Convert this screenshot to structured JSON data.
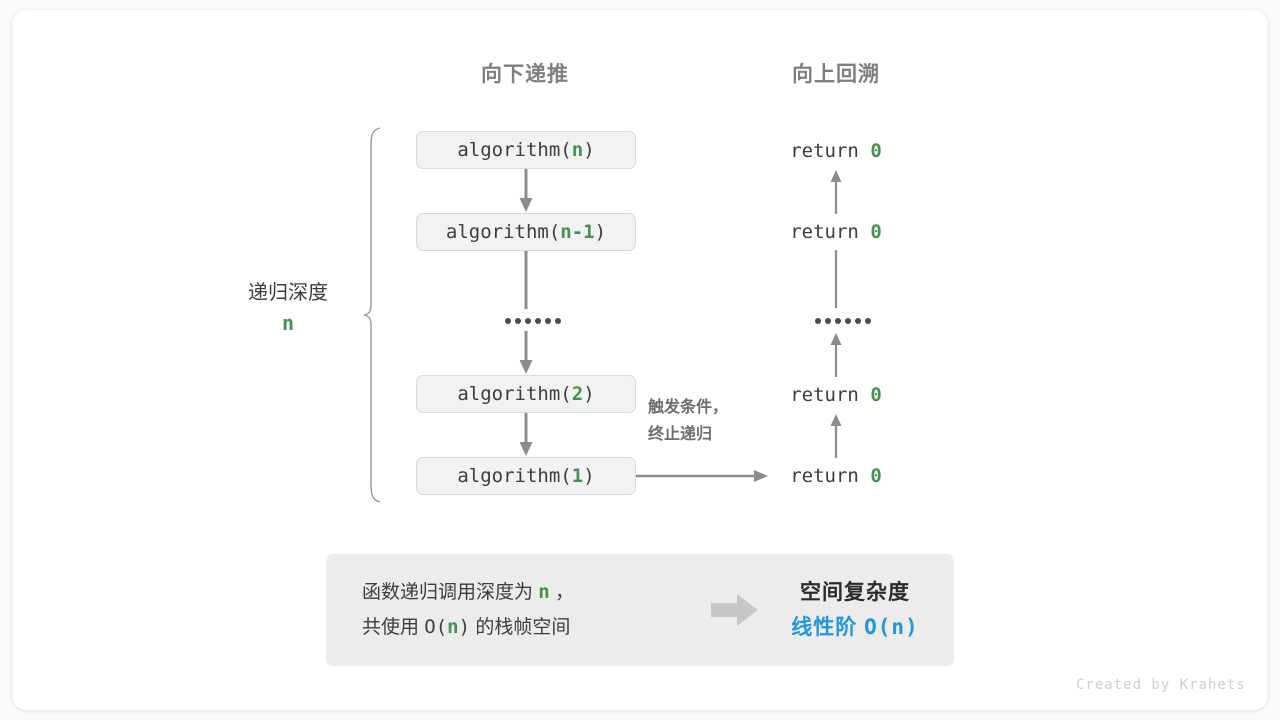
{
  "diagram": {
    "title_left": "向下递推",
    "title_right": "向上回溯",
    "depth_label": "递归深度",
    "depth_value": "n",
    "trigger_note_line1": "触发条件，",
    "trigger_note_line2": "终止递归",
    "ellipsis": "••••••",
    "colors": {
      "accent_green": "#45914f",
      "accent_blue": "#2196dd",
      "arrow_gray": "#8c8c8c",
      "box_fill": "#f2f2f2",
      "box_border": "#d9d9d9",
      "panel_fill": "#ececec",
      "header_gray": "#7f7f7f"
    },
    "call_stack": [
      {
        "prefix": "algorithm(",
        "arg": "n",
        "suffix": ")"
      },
      {
        "prefix": "algorithm(",
        "arg": "n-1",
        "suffix": ")"
      },
      {
        "prefix": "algorithm(",
        "arg": "2",
        "suffix": ")"
      },
      {
        "prefix": "algorithm(",
        "arg": "1",
        "suffix": ")"
      }
    ],
    "returns": [
      {
        "prefix": "return ",
        "value": "0"
      },
      {
        "prefix": "return ",
        "value": "0"
      },
      {
        "prefix": "return ",
        "value": "0"
      },
      {
        "prefix": "return ",
        "value": "0"
      }
    ]
  },
  "summary": {
    "left_line1_a": "函数递归调用深度为 ",
    "left_line1_n": "n",
    "left_line1_b": " ，",
    "left_line2_a": "共使用 ",
    "left_line2_o": "O(",
    "left_line2_n": "n",
    "left_line2_c": ")",
    "left_line2_b": " 的栈帧空间",
    "right_line1": "空间复杂度",
    "right_line2_a": "线性阶 ",
    "right_line2_b": "O(n)"
  },
  "footer": {
    "credit": "Created by Krahets"
  }
}
